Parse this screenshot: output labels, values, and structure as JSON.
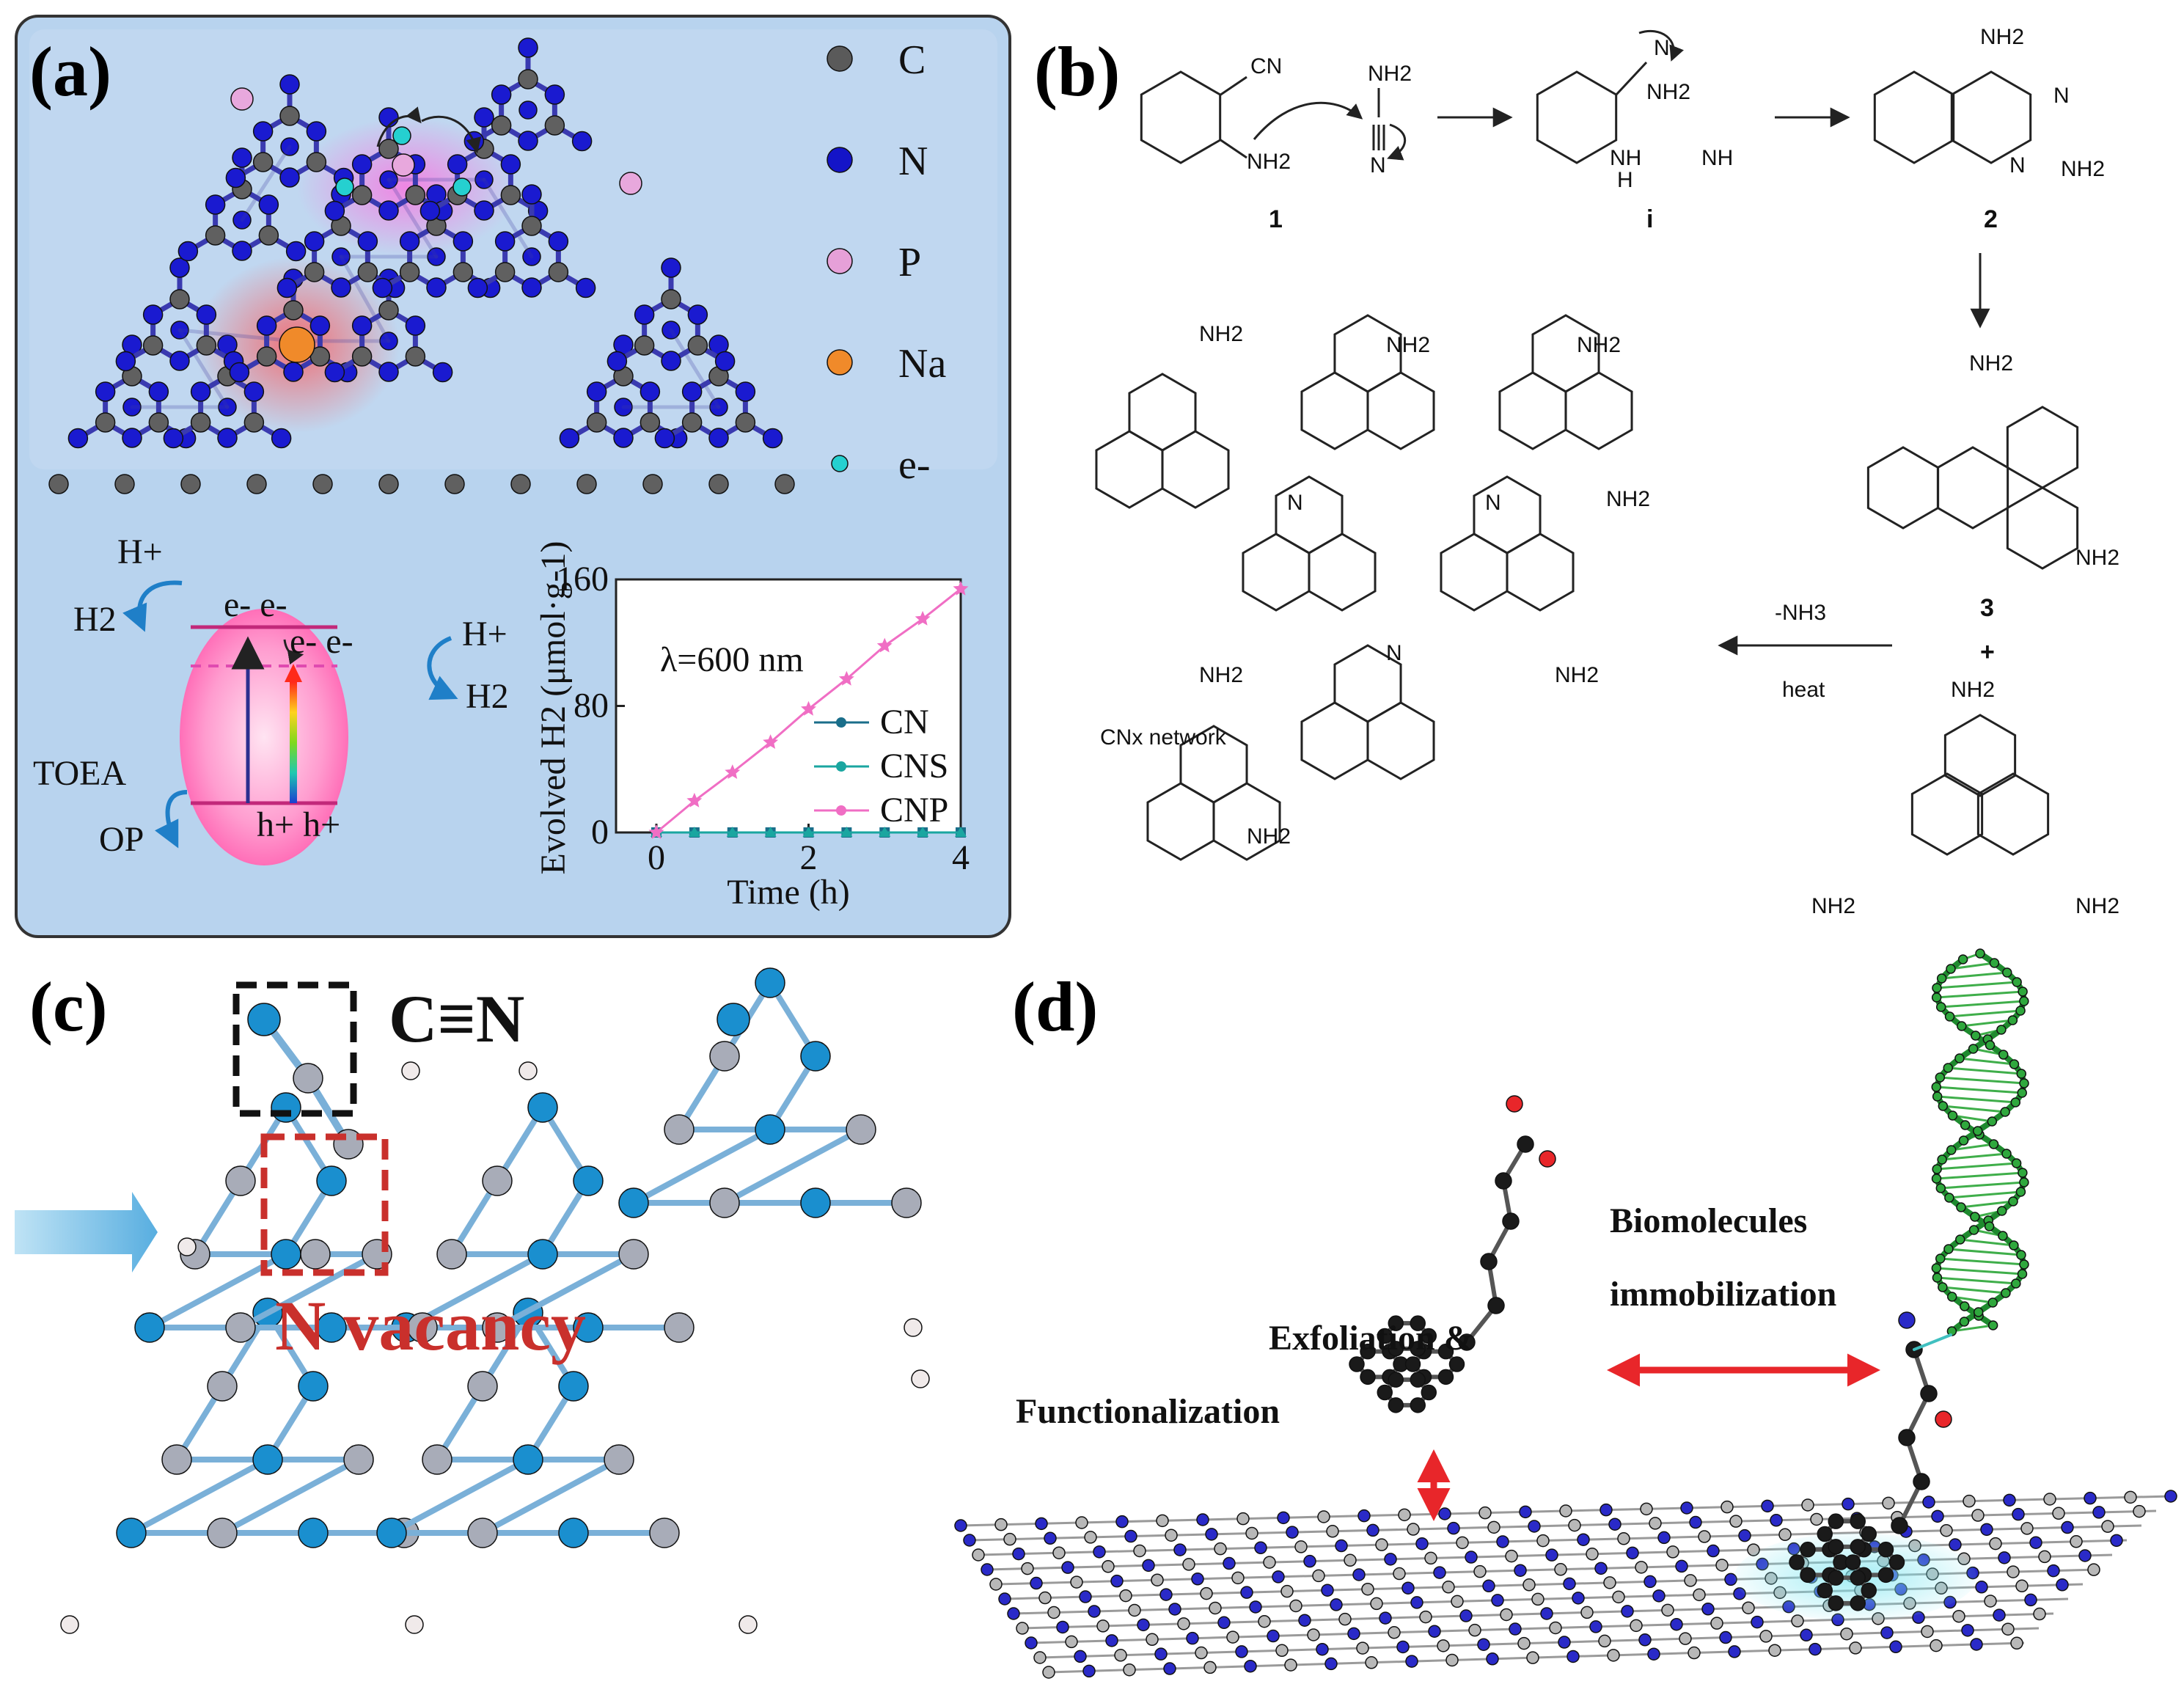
{
  "panels": {
    "a": {
      "label": "(a)",
      "legend": [
        {
          "symbol": "C",
          "color": "#5a5a5a"
        },
        {
          "symbol": "N",
          "color": "#1414c8"
        },
        {
          "symbol": "P",
          "color": "#e6a0d8"
        },
        {
          "symbol": "Na",
          "color": "#f08a2a"
        },
        {
          "symbol": "e-",
          "color": "#25d0d0"
        }
      ],
      "mechanism": {
        "h_plus_left": "H+",
        "h2_left": "H2",
        "h_plus_right": "H+",
        "h2_right": "H2",
        "toea": "TOEA",
        "op": "OP",
        "electrons_top": "e- e-",
        "electrons_mid": "e- e-",
        "holes": "h+ h+"
      },
      "chart_data": {
        "type": "line",
        "annotation": "λ=600 nm",
        "xlabel": "Time (h)",
        "ylabel": "Evolved H2 (μmol·g-1)",
        "xlim": [
          0,
          4
        ],
        "ylim": [
          0,
          160
        ],
        "xticks": [
          "0",
          "2",
          "4"
        ],
        "yticks": [
          "0",
          "80",
          "160"
        ],
        "x": [
          0,
          0.5,
          1,
          1.5,
          2,
          2.5,
          3,
          3.5,
          4
        ],
        "series": [
          {
            "name": "CN",
            "color": "#1a6e8a",
            "marker": "square",
            "values": [
              0,
              0,
              0,
              0,
              0,
              0,
              0,
              0,
              0
            ]
          },
          {
            "name": "CNS",
            "color": "#1aa6a0",
            "marker": "triangle",
            "values": [
              0,
              0,
              0,
              0,
              0,
              0,
              0,
              0,
              0
            ]
          },
          {
            "name": "CNP",
            "color": "#f06ec4",
            "marker": "star",
            "values": [
              0,
              20,
              38,
              57,
              78,
              97,
              118,
              135,
              154
            ]
          }
        ],
        "legend_position": "bottom-right",
        "grid": false
      }
    },
    "b": {
      "label": "(b)",
      "reagents": {
        "cn": "CN",
        "nh2": "NH2",
        "nh": "NH",
        "n": "N",
        "h": "H"
      },
      "compound_labels": [
        "1",
        "i",
        "2",
        "3"
      ],
      "plus": "+",
      "condition_top": "-NH3",
      "condition_bottom": "heat",
      "network_label": "CNx network"
    },
    "c": {
      "label": "(c)",
      "cyano_label": "C≡N",
      "vacancy_label": "N vacancy"
    },
    "d": {
      "label": "(d)",
      "left_text_1": "Exfoliation &",
      "left_text_2": "Functionalization",
      "right_text_1": "Biomolecules",
      "right_text_2": "immobilization"
    }
  }
}
